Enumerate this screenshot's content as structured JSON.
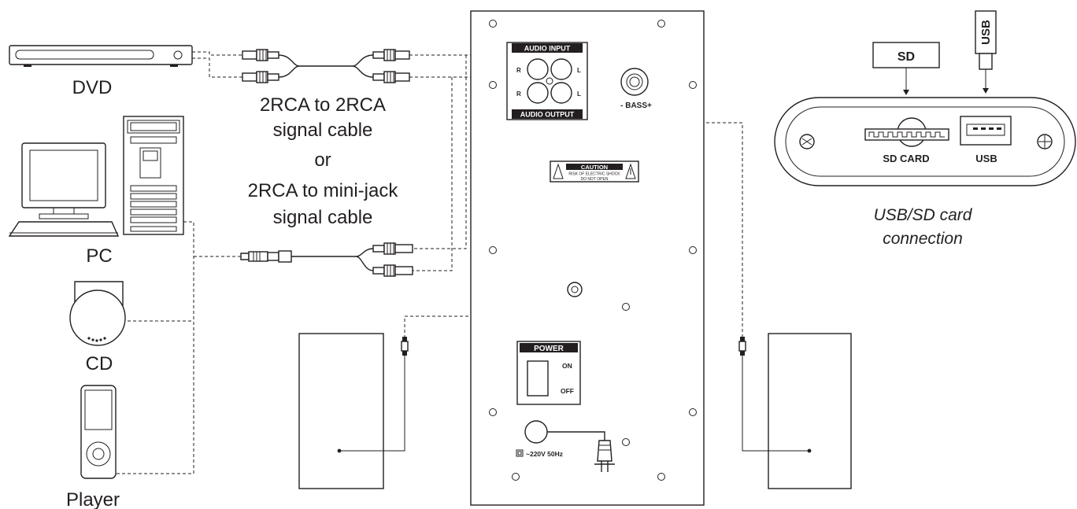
{
  "sources": {
    "dvd": "DVD",
    "pc": "PC",
    "cd": "CD",
    "player": "Player"
  },
  "cable_caption": {
    "line1": "2RCA to 2RCA",
    "line2": "signal cable",
    "line3": "or",
    "line4": "2RCA to mini-jack",
    "line5": "signal cable"
  },
  "panel": {
    "audio_input": "AUDIO INPUT",
    "audio_output": "AUDIO OUTPUT",
    "r_label": "R",
    "l_label": "L",
    "bass_label": "- BASS+",
    "caution_title": "CAUTION",
    "caution_line1": "RISK OF ELECTRIC SHOCK",
    "caution_line2": "DO NOT OPEN",
    "power_title": "POWER",
    "power_on": "ON",
    "power_off": "OFF",
    "mains_label": "~220V 50Hz"
  },
  "usb_module": {
    "sd_tag": "SD",
    "usb_tag": "USB",
    "sd_card_label": "SD CARD",
    "usb_label": "USB",
    "caption_line1": "USB/SD card",
    "caption_line2": "connection"
  }
}
